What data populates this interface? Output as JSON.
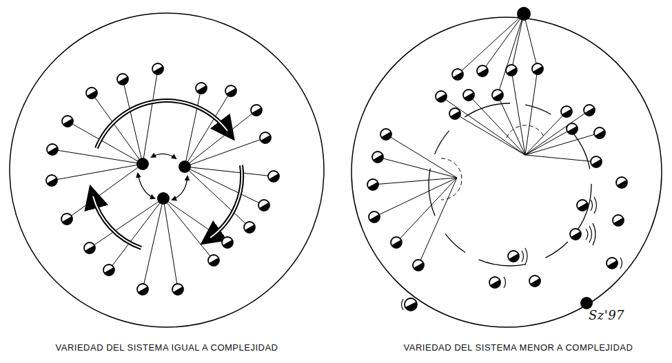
{
  "diagram": {
    "labels": [
      "VARIEDAD DEL SISTEMA IGUAL A COMPLEJIDAD",
      "VARIEDAD DEL SISTEMA MENOR A COMPLEJIDAD",
      "Sz'97"
    ]
  }
}
